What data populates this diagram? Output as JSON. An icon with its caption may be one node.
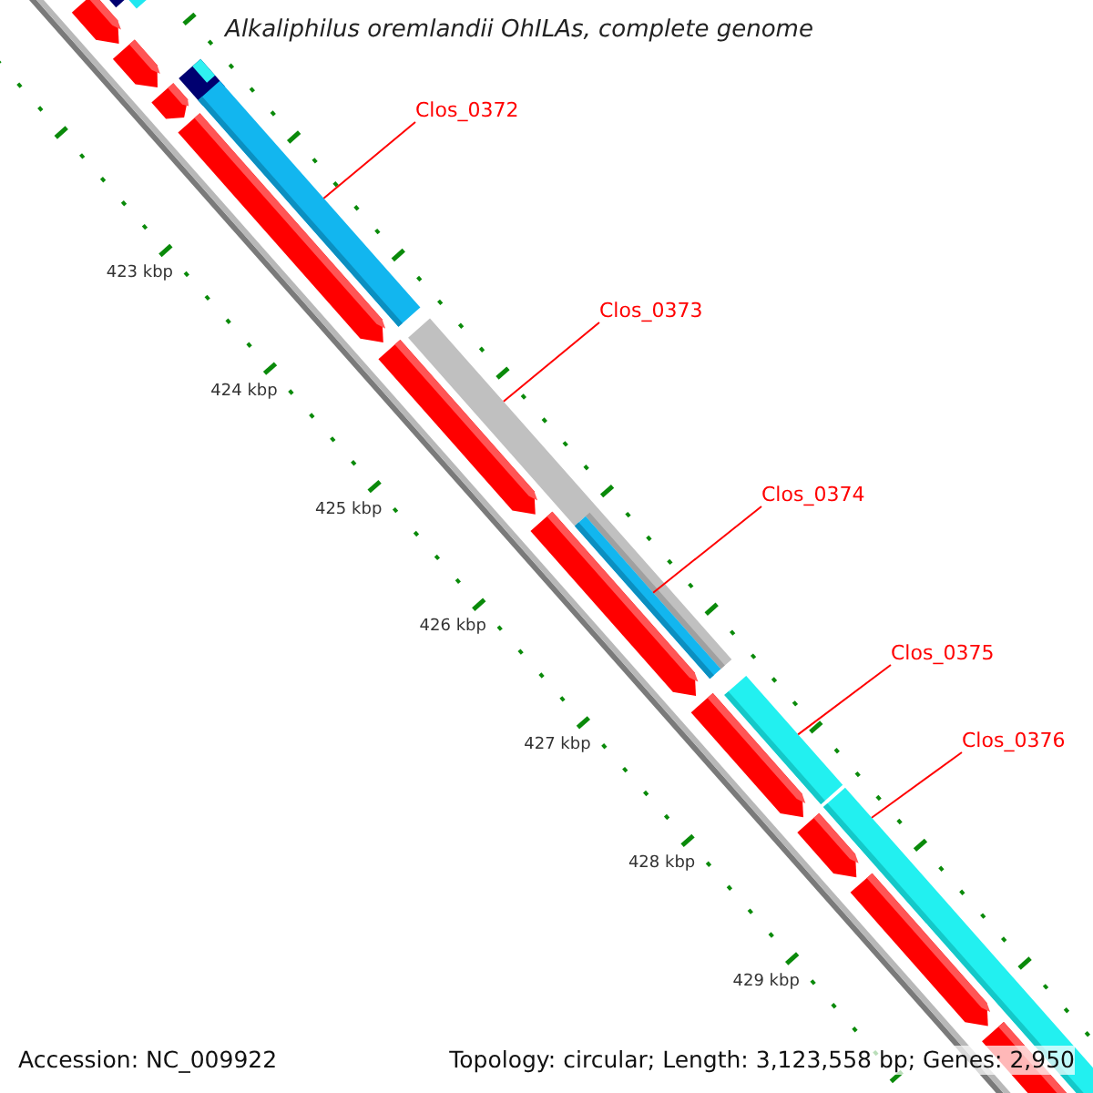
{
  "diagram": {
    "title": "Alkaliphilus oremlandii OhILAs, complete genome",
    "nodes": [
      {
        "text": [
          "Clos_0372"
        ]
      },
      {
        "text": [],
        "shape": "bar"
      },
      {
        "text": [
          "Clos_0373"
        ]
      },
      {
        "text": [],
        "shape": "bar"
      },
      {
        "text": [
          "Clos_0374"
        ]
      },
      {
        "text": [],
        "shape": "bar"
      },
      {
        "text": [
          "Clos_0375"
        ]
      },
      {
        "text": [],
        "shape": "bar"
      },
      {
        "text": [
          "Clos_0376"
        ]
      },
      {
        "text": [],
        "shape": "bar"
      }
    ],
    "edges": [
      {
        "from": 0,
        "to": 1,
        "arrow": "none"
      },
      {
        "from": 2,
        "to": 3,
        "arrow": "none"
      },
      {
        "from": 4,
        "to": 5,
        "arrow": "none"
      },
      {
        "from": 6,
        "to": 7,
        "arrow": "none"
      },
      {
        "from": 8,
        "to": 9,
        "arrow": "none"
      }
    ],
    "labels": [
      "423 kbp",
      "424 kbp",
      "425 kbp",
      "426 kbp",
      "427 kbp",
      "428 kbp",
      "429 kbp",
      "Accession: NC_009922",
      "Topology: circular; Length: 3,123,558 bp; Genes: 2,950"
    ]
  }
}
